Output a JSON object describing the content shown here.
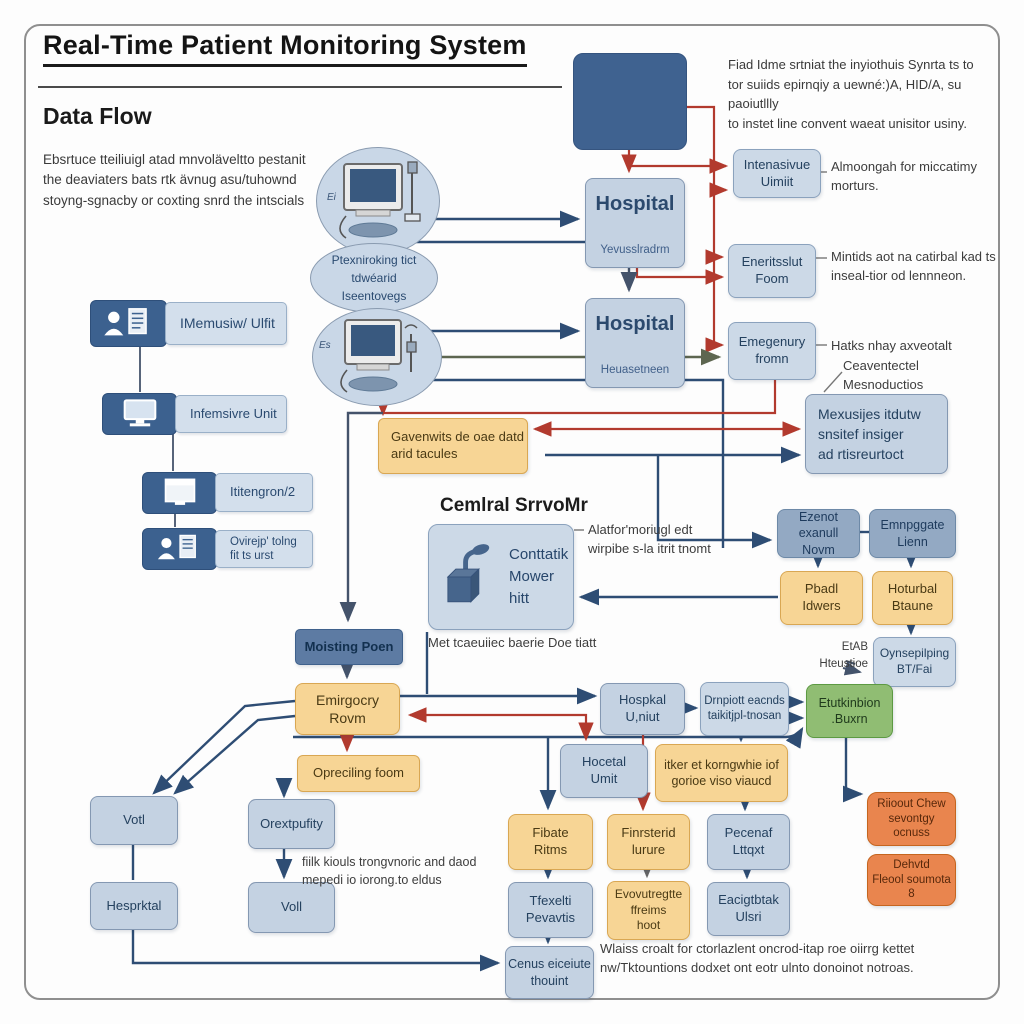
{
  "palette": {
    "square_blue": "#3f6290",
    "box_blue": "#c4d2e2",
    "box_midblue": "#93a9c3",
    "box_slate": "#5d7ba3",
    "box_orange": "#f7d595",
    "box_green": "#90bd73",
    "box_redorange": "#e9854e",
    "arrow_blue": "#2e4d74",
    "arrow_red": "#b23a2e",
    "arrow_olive": "#5d6650"
  },
  "header": {
    "title": "Real-Time Patient Monitoring System",
    "section": "Data Flow",
    "intro": "Ebsrtuce tteiliuigl atad mnvoläveltto pestanit\nthe deaviaters bats rtk ävnug asu/tuhownd\nstoyng-sgnacby or coxting snrd the intscials"
  },
  "notes": {
    "top_right": "Fiad Idme srtniat the inyiothuis Synrta ts to\ntor suiids epirnqiy a uewné:)A, HID/A, su paoiutllly\nto instet line convent waeat unisitor usiny.",
    "flow_left": "fiilk kiouls trongvnoric and daod\nmepedi io iorong.to eldus",
    "bottom": "Wlaiss croalt for ctorlazlent oncrod-itap roe oiirrg kettet\nnw/Tktountions dodxet ont eotr ulnto donoinot notroas."
  },
  "left_list": {
    "item1": "IMemusiw/ Ulfit",
    "item2": "Infemsivre Unit",
    "item3": "Ititengron/2",
    "item4": "Ovirejp' tolng\nfit ts urst"
  },
  "ellipses": {
    "label_top": "Ei",
    "middle": "Ptexniroking tict\ntdwéarid\nIseentovegs",
    "label_bottom": "Es"
  },
  "nodes": {
    "hospital1_title": "Hospital",
    "hospital1_sub": "Yevusslradrm",
    "hospital2_title": "Hospital",
    "hospital2_sub": "Heuasetneen",
    "intensive_right": "Intenasivue\nUimiit",
    "eneritsslut": "Eneritsslut\nFoom",
    "emegenury": "Emegenury\nfromn",
    "mexusijes": "Mexusijes itdutw\nsnsitef insiger\nad rtisreurtoct",
    "gavenwits": "Gavenwits de oae datd\narid tacules",
    "server_heading": "Cemlral SrrvoMr",
    "server_box": "Conttatik\nMower\nhitt",
    "server_caption": "Met tcaeuiiec baerie Doe tiatt",
    "server_note": "Alatfor'moriugl edt\nwirpibe s-la itrit tnomt",
    "novm": "Ezenot exanull\nNovm",
    "lienn": "Emnpggate\nLienn",
    "pbadl": "Pbadl\nIdwers",
    "hoturbal": "Hoturbal\nBtaune",
    "etab": "EtAB\nHteustioe",
    "oynsepilping": "Oynsepilping\nBT/Fai",
    "green_box": "Etutkinbion\n.Buxrn",
    "moisting": "Moisting Poen",
    "emirgocry": "Emirgocry\nRovm",
    "opreciling": "Opreciling foom",
    "orextpufity": "Orextpufity",
    "voll": "Voll",
    "votl": "Votl",
    "hesprtal": "Hesprktal",
    "hospkal": "Hospkal\nU,niut",
    "drnpiott": "Drnpiott eacnds\ntaikitjpl-tnosan",
    "hocetal": "Hocetal\nUmit",
    "itker": "itker et korngwhie iof\ngorioe viso viaucd",
    "fibate": "Fibate\nRitms",
    "finrsterid": "Finrsterid\nlurure",
    "pecenaf": "Pecenaf\nLttqxt",
    "tfexelti": "Tfexelti\nPevavtis",
    "evov": "Evovutregtte\nffreims\nhoot",
    "eacig": "Eacigtbtak\nUlsri",
    "conus": "Cenus eiceiute\nthouint",
    "riioout": "Riioout Chew\nsevontgy\nocnuss",
    "dehvtd": "Dehvtd\nFleool soumota\n8"
  },
  "annotations": {
    "intensive": "Almoongah for miccatimy\nmorturs.",
    "eneritsslut": "Mintids aot na catirbal kad ts\ninseal-tior od lennneon.",
    "emegenury": "Hatks nhay axveotalt",
    "connected": "Ceaventectel\nMesnoductios"
  }
}
